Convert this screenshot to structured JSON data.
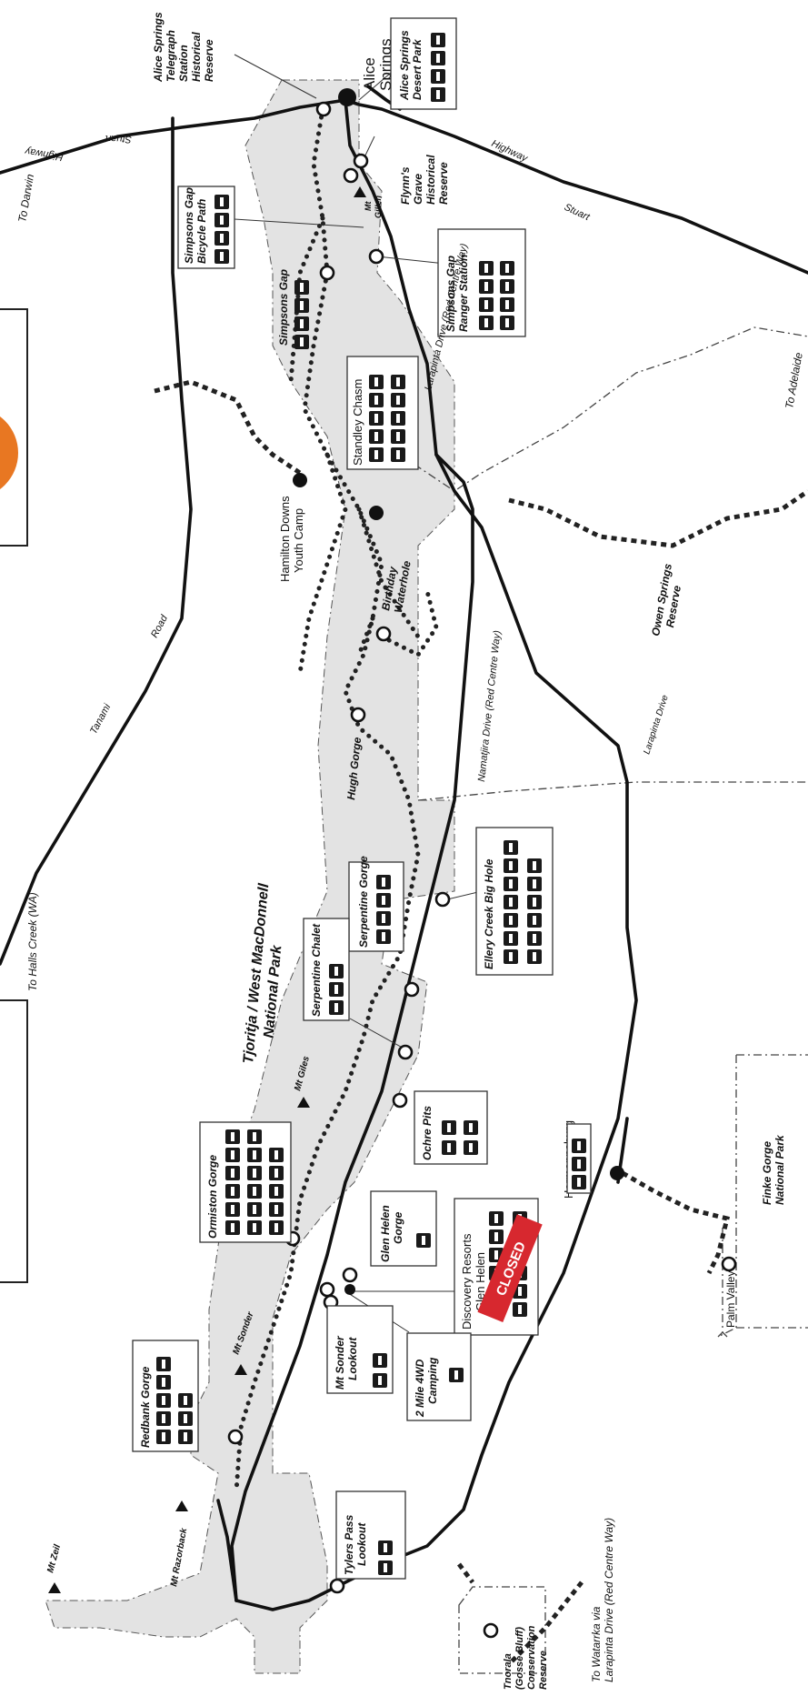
{
  "map": {
    "park_name_line1": "Tjoritja / West MacDonnell",
    "park_name_line2": "National Park",
    "colors": {
      "park_fill": "#e3e3e3",
      "closed_banner": "#d7282f",
      "orange_marker": "#e87722",
      "ink": "#111111"
    },
    "roads": {
      "stuart_hwy_north_1": "Stuart",
      "stuart_hwy_north_2": "Highway",
      "stuart_hwy_south_1": "Highway",
      "stuart_hwy_south_2": "Stuart",
      "larapinta_red_centre": "Larapinta  Drive (Red Centre Way)",
      "namatjira": "Namatjira Drive (Red Centre Way)",
      "larapinta_south": "Larapinta Drive",
      "tanami_1": "Tanami",
      "tanami_2": "Road"
    },
    "directions": {
      "to_darwin": "To Darwin",
      "to_adelaide": "To Adelaide",
      "to_halls_creek": "To Halls Creek (WA)",
      "to_watarrka_1": "To Watarrka via",
      "to_watarrka_2": "Larapinta Drive (Red Centre Way)"
    },
    "towns": {
      "alice_springs_1": "Alice",
      "alice_springs_2": "Springs",
      "hamilton_downs_1": "Hamilton Downs",
      "hamilton_downs_2": "Youth Camp",
      "hermannsburg": "Hermannsburg"
    },
    "peaks": {
      "mt_gillen_1": "Mt",
      "mt_gillen_2": "Gillen",
      "mt_giles": "Mt Giles",
      "mt_sonder": "Mt Sonder",
      "mt_zeil": "Mt Zeil",
      "mt_razorback": "Mt Razorback"
    },
    "reserves": {
      "owen_springs_1": "Owen Springs",
      "owen_springs_2": "Reserve",
      "finke_gorge_1": "Finke Gorge",
      "finke_gorge_2": "National Park",
      "palm_valley": "Palm Valley",
      "tnorala_1": "Tnorala",
      "tnorala_2": "(Gosse Bluff)",
      "tnorala_3": "Conservation",
      "tnorala_4": "Reserve"
    },
    "sites": {
      "telegraph_station_1": "Alice Springs",
      "telegraph_station_2": "Telegraph",
      "telegraph_station_3": "Station",
      "telegraph_station_4": "Historical",
      "telegraph_station_5": "Reserve",
      "desert_park_1": "Alice Springs",
      "desert_park_2": "Desert Park",
      "flynns_grave_1": "Flynn's",
      "flynns_grave_2": "Grave",
      "flynns_grave_3": "Historical",
      "flynns_grave_4": "Reserve",
      "simpsons_bike_1": "Simpsons Gap",
      "simpsons_bike_2": "Bicycle Path",
      "simpsons_gap": "Simpsons Gap",
      "simpsons_ranger_1": "Simpsons Gap",
      "simpsons_ranger_2": "Ranger Station",
      "standley_chasm": "Standley Chasm",
      "birthday_waterhole_1": "Birthday",
      "birthday_waterhole_2": "Waterhole",
      "hugh_gorge": "Hugh Gorge",
      "serpentine_gorge": "Serpentine Gorge",
      "serpentine_chalet": "Serpentine Chalet",
      "ellery_creek": "Ellery Creek Big Hole",
      "ochre_pits": "Ochre Pits",
      "ormiston_gorge": "Ormiston Gorge",
      "glen_helen_gorge_1": "Glen Helen",
      "glen_helen_gorge_2": "Gorge",
      "discovery_resorts_1": "Discovery Resorts",
      "discovery_resorts_2": "Glen Helen",
      "closed": "CLOSED",
      "mt_sonder_lookout_1": "Mt Sonder",
      "mt_sonder_lookout_2": "Lookout",
      "two_mile_1": "2 Mile 4WD",
      "two_mile_2": "Camping",
      "redbank_gorge": "Redbank Gorge",
      "tylers_pass_1": "Tylers Pass",
      "tylers_pass_2": "Lookout"
    }
  }
}
